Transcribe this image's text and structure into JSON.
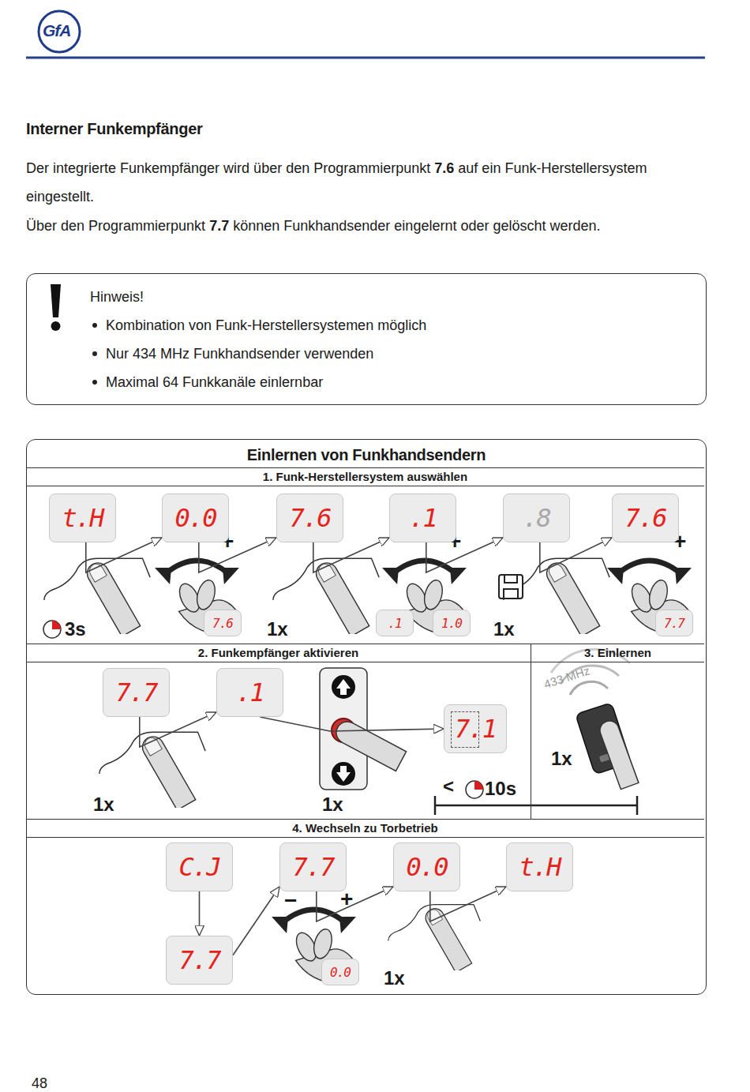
{
  "diagram": {
    "title": "Interner Funkempfänger",
    "nodes": [
      {
        "text": [
          "Hinweis!",
          "Kombination von Funk-Herstellersystemen möglich",
          "Nur 434 MHz Funkhandsender verwenden",
          "Maximal 64 Funkkanäle einlernbar"
        ]
      },
      {
        "text": [
          "Einlernen von Funkhandsendern"
        ]
      },
      {
        "text": [
          "1. Funk-Herstellersystem auswählen"
        ],
        "in": 1
      },
      {
        "text": [
          "2. Funkempfänger aktivieren"
        ],
        "in": 1
      },
      {
        "text": [
          "3. Einlernen"
        ],
        "in": 1
      },
      {
        "text": [
          "4. Wechseln zu Torbetrieb"
        ],
        "in": 1
      },
      {
        "text": [
          "t.H"
        ],
        "in": 2
      },
      {
        "text": [
          "0.0"
        ],
        "in": 2
      },
      {
        "text": [
          "7.6"
        ],
        "in": 2
      },
      {
        "text": [
          ".1"
        ],
        "in": 2
      },
      {
        "text": [
          ".8"
        ],
        "in": 2
      },
      {
        "text": [
          "7.6"
        ],
        "in": 2
      },
      {
        "text": [
          "7.6"
        ],
        "in": 2
      },
      {
        "text": [
          ".1"
        ],
        "in": 2
      },
      {
        "text": [
          "1.0"
        ],
        "in": 2
      },
      {
        "text": [
          "7.7"
        ],
        "in": 2
      },
      {
        "text": [
          "7.7"
        ],
        "in": 3
      },
      {
        "text": [
          ".1"
        ],
        "in": 3
      },
      {
        "text": [
          "7.1"
        ],
        "in": 3
      },
      {
        "text": [
          "C.J"
        ],
        "in": 5
      },
      {
        "text": [
          "7.7"
        ],
        "in": 5
      },
      {
        "text": [
          "0.0"
        ],
        "in": 5
      },
      {
        "text": [
          "t.H"
        ],
        "in": 5
      },
      {
        "text": [
          "7.7"
        ],
        "in": 5
      },
      {
        "text": [
          "0.0"
        ],
        "in": 5
      }
    ],
    "edges": [
      {
        "from": 6,
        "to": 7,
        "arrow": "to"
      },
      {
        "from": 7,
        "to": 8,
        "arrow": "to"
      },
      {
        "from": 8,
        "to": 9,
        "arrow": "to"
      },
      {
        "from": 9,
        "to": 10,
        "arrow": "to"
      },
      {
        "from": 10,
        "to": 11,
        "arrow": "to"
      },
      {
        "from": 16,
        "to": 17,
        "arrow": "to"
      },
      {
        "from": 17,
        "to": 18,
        "arrow": "to"
      },
      {
        "from": 19,
        "to": 23,
        "arrow": "to"
      },
      {
        "from": 23,
        "to": 20,
        "arrow": "to"
      },
      {
        "from": 20,
        "to": 21,
        "arrow": "to"
      },
      {
        "from": 21,
        "to": 22,
        "arrow": "to"
      }
    ],
    "labels": [
      "GfA",
      "Der integrierte Funkempfänger wird über den Programmierpunkt",
      "7.6",
      "auf ein Funk-Herstellersystem eingestellt.",
      "Über den Programmierpunkt",
      "7.7",
      "können Funkhandsender eingelernt oder gelöscht werden.",
      "3s",
      "1x",
      "1x",
      "−",
      "+",
      "−",
      "+",
      "−",
      "+",
      "1x",
      "1x",
      "433 MHz",
      "1x",
      "<",
      "10s",
      "−",
      "+",
      "1x",
      "48"
    ]
  }
}
